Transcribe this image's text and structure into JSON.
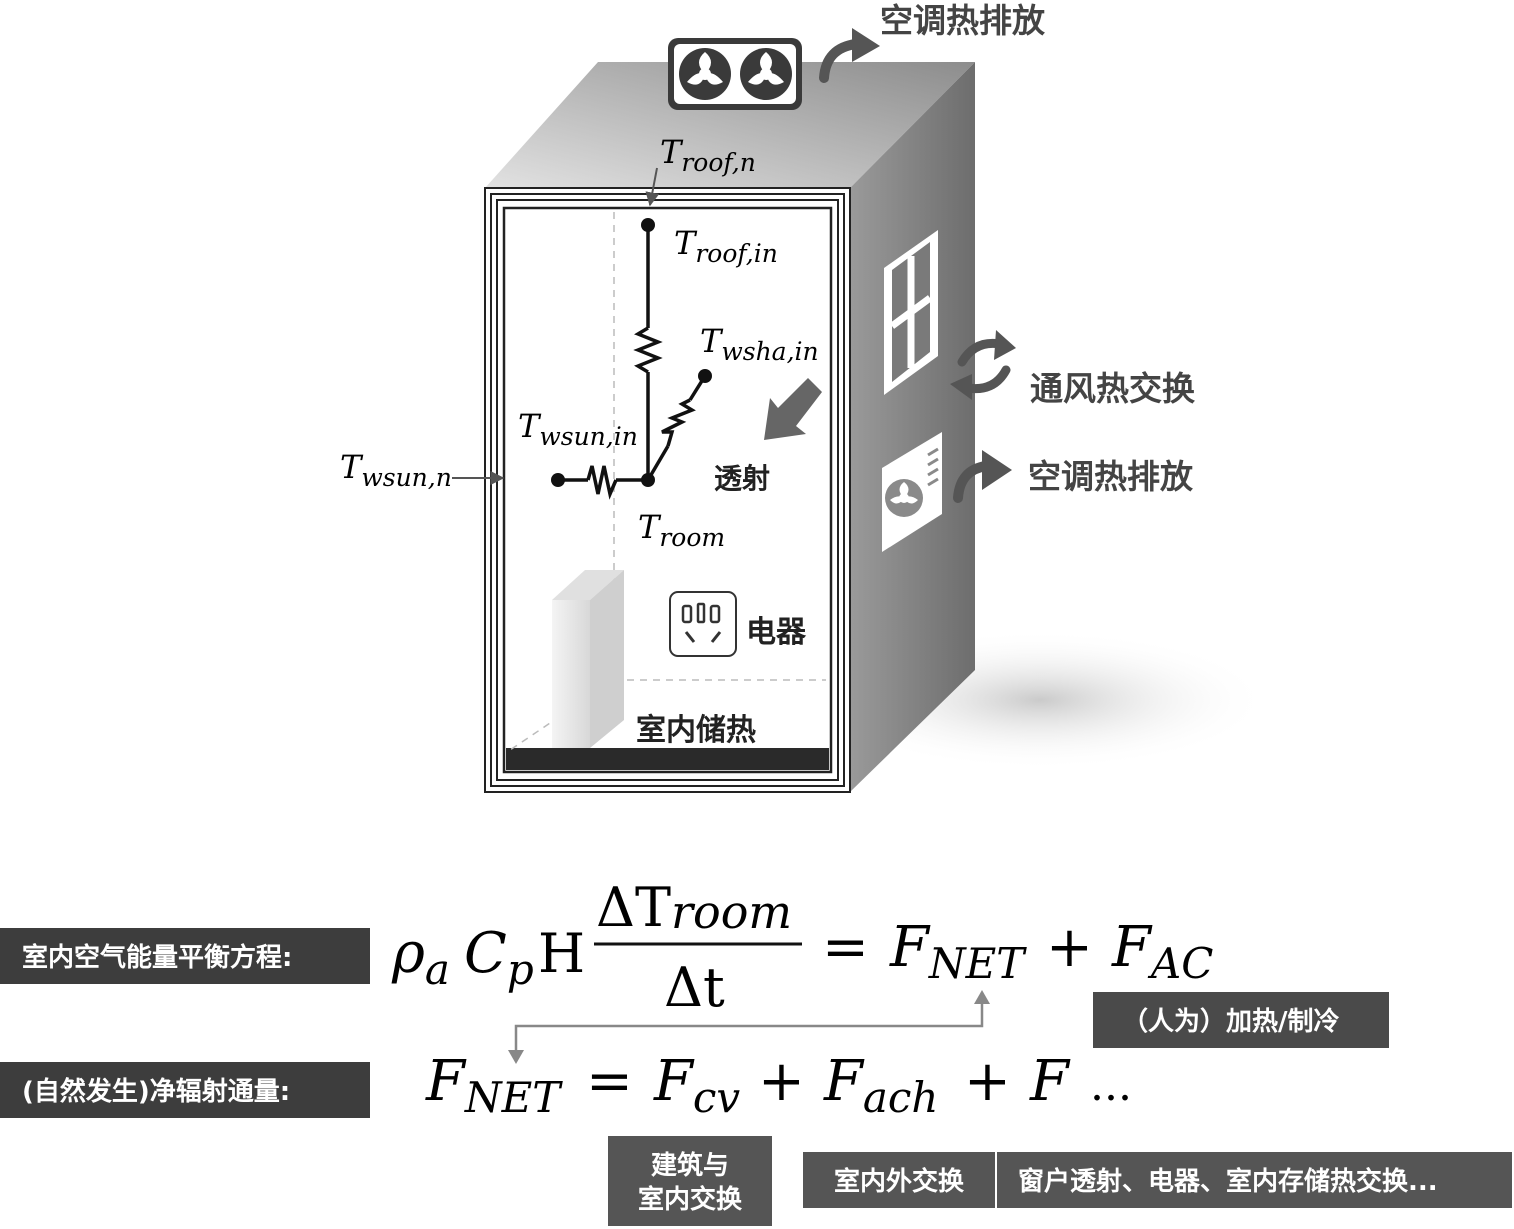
{
  "building_labels": {
    "top_exhaust": "空调热排放",
    "ventilation": "通风热交换",
    "side_exhaust": "空调热排放",
    "transmission": "透射",
    "appliance": "电器",
    "indoor_storage": "室内储热"
  },
  "temperatures": {
    "roof_n": {
      "base": "T",
      "sub": "roof,n"
    },
    "roof_in": {
      "base": "T",
      "sub": "roof,in"
    },
    "wsha_in": {
      "base": "T",
      "sub": "wsha,in"
    },
    "wsun_in": {
      "base": "T",
      "sub": "wsun,in"
    },
    "wsun_n": {
      "base": "T",
      "sub": "wsun,n"
    },
    "room": {
      "base": "T",
      "sub": "room"
    }
  },
  "equation1": {
    "label": "室内空气能量平衡方程:",
    "rho": "ρ",
    "rho_sub": "a",
    "cp": "C",
    "cp_sub": "p",
    "H": "H",
    "num": "ΔT",
    "num_sub": "room",
    "den": "Δt",
    "eq": "=",
    "fnet": "F",
    "fnet_sub": "NET",
    "plus": "+",
    "fac": "F",
    "fac_sub": "AC"
  },
  "equation2": {
    "label": "(自然发生)净辐射通量:",
    "fnet": "F",
    "fnet_sub": "NET",
    "eq": "=",
    "fcv": "F",
    "fcv_sub": "cv",
    "plus1": "+",
    "fach": "F",
    "fach_sub": "ach",
    "plus2": "+",
    "f": "F",
    "dots": "..."
  },
  "tags": {
    "ac": "（人为）加热/制冷",
    "cv_line1": "建筑与",
    "cv_line2": "室内交换",
    "ach": "室内外交换",
    "others": "窗户透射、电器、室内存储热交换..."
  },
  "colors": {
    "label_bg": "#3d3d3d",
    "tag_bg": "#555555",
    "arrow": "#555555",
    "building_front": "#ffffff",
    "building_side": "#8a8a8a",
    "building_top": "#b0b0b0"
  }
}
